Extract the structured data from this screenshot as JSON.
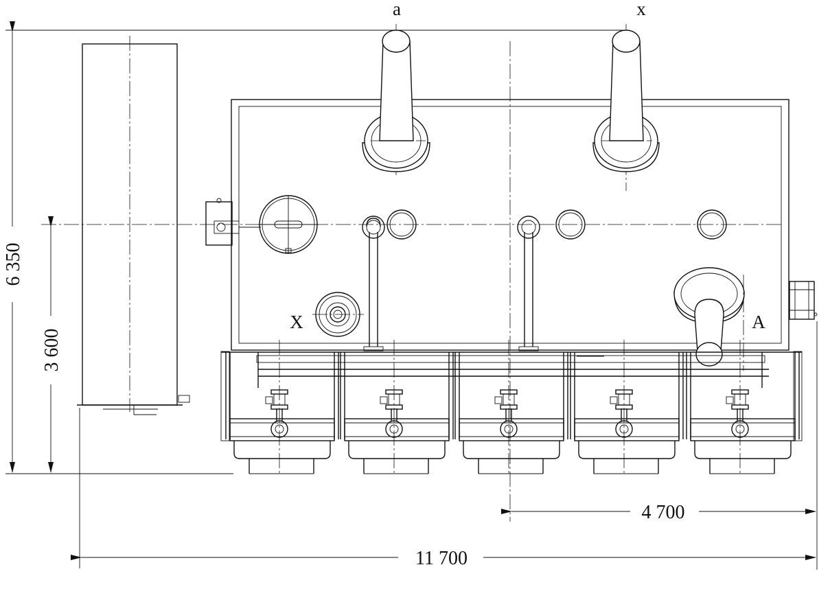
{
  "terminals": {
    "hv_a": "a",
    "hv_x": "x",
    "lv_X": "X",
    "lv_A": "A"
  },
  "dimensions": {
    "total_height": "6 350",
    "center_height": "3 600",
    "half_width": "4 700",
    "total_length": "11 700"
  }
}
